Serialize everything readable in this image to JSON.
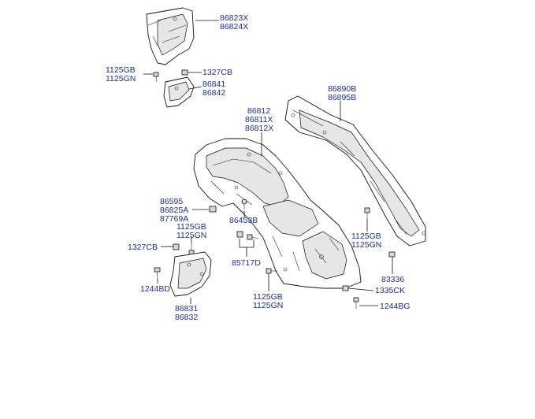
{
  "labels": {
    "l86823X": "86823X",
    "l86824X": "86824X",
    "l1125GB_a": "1125GB",
    "l1125GN_a": "1125GN",
    "l1327CB_a": "1327CB",
    "l86841": "86841",
    "l86842": "86842",
    "l86890B": "86890B",
    "l86895B": "86895B",
    "l86812": "86812",
    "l86811X": "86811X",
    "l86812X": "86812X",
    "l86595": "86595",
    "l86825A": "86825A",
    "l87769A": "87769A",
    "l86453B": "86453B",
    "l1125GB_b": "1125GB",
    "l1125GN_b": "1125GN",
    "l1327CB_b": "1327CB",
    "l85717D": "85717D",
    "l1125GB_c": "1125GB",
    "l1125GN_c": "1125GN",
    "l83336": "83336",
    "l1244BD": "1244BD",
    "l1335CK": "1335CK",
    "l1244BG": "1244BG",
    "l1125GB_d": "1125GB",
    "l1125GN_d": "1125GN",
    "l86831": "86831",
    "l86832": "86832"
  },
  "colors": {
    "label": "#1a2c9c",
    "line": "#111111",
    "background": "#ffffff"
  }
}
